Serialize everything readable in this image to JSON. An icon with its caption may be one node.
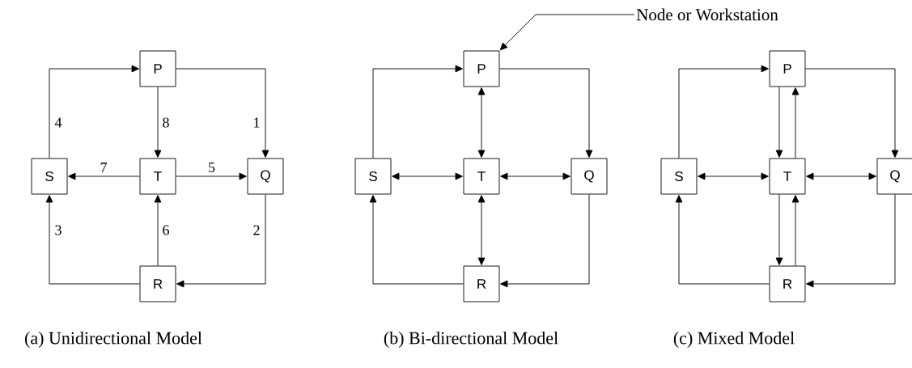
{
  "diagram": {
    "nodes": [
      {
        "text": [
          "P"
        ]
      },
      {
        "text": [
          "S"
        ]
      },
      {
        "text": [
          "T"
        ]
      },
      {
        "text": [
          "Q"
        ]
      },
      {
        "text": [
          "R"
        ]
      },
      {
        "text": [
          "P"
        ]
      },
      {
        "text": [
          "S"
        ]
      },
      {
        "text": [
          "T"
        ]
      },
      {
        "text": [
          "Q"
        ]
      },
      {
        "text": [
          "R"
        ]
      },
      {
        "text": [
          "P"
        ]
      },
      {
        "text": [
          "S"
        ]
      },
      {
        "text": [
          "T"
        ]
      },
      {
        "text": [
          "Q"
        ]
      },
      {
        "text": [
          "R"
        ]
      },
      {
        "text": [
          "Node or Workstation"
        ]
      }
    ],
    "edges": [
      {
        "from": 0,
        "to": 3,
        "arrow": "to",
        "label": "1"
      },
      {
        "from": 3,
        "to": 4,
        "arrow": "to",
        "label": "2"
      },
      {
        "from": 4,
        "to": 1,
        "arrow": "to",
        "label": "3"
      },
      {
        "from": 1,
        "to": 0,
        "arrow": "to",
        "label": "4"
      },
      {
        "from": 2,
        "to": 3,
        "arrow": "to",
        "label": "5"
      },
      {
        "from": 4,
        "to": 2,
        "arrow": "to",
        "label": "6"
      },
      {
        "from": 2,
        "to": 1,
        "arrow": "to",
        "label": "7"
      },
      {
        "from": 0,
        "to": 2,
        "arrow": "to",
        "label": "8"
      },
      {
        "from": 6,
        "to": 5,
        "arrow": "to"
      },
      {
        "from": 5,
        "to": 8,
        "arrow": "to"
      },
      {
        "from": 8,
        "to": 9,
        "arrow": "to"
      },
      {
        "from": 9,
        "to": 6,
        "arrow": "to"
      },
      {
        "from": 5,
        "to": 7,
        "arrow": "both"
      },
      {
        "from": 6,
        "to": 7,
        "arrow": "both"
      },
      {
        "from": 7,
        "to": 8,
        "arrow": "both"
      },
      {
        "from": 7,
        "to": 9,
        "arrow": "both"
      },
      {
        "from": 11,
        "to": 10,
        "arrow": "to"
      },
      {
        "from": 10,
        "to": 13,
        "arrow": "to"
      },
      {
        "from": 13,
        "to": 14,
        "arrow": "to"
      },
      {
        "from": 14,
        "to": 11,
        "arrow": "to"
      },
      {
        "from": 11,
        "to": 12,
        "arrow": "both"
      },
      {
        "from": 12,
        "to": 13,
        "arrow": "both"
      },
      {
        "from": 10,
        "to": 12,
        "arrow": "to"
      },
      {
        "from": 12,
        "to": 10,
        "arrow": "to"
      },
      {
        "from": 12,
        "to": 14,
        "arrow": "to"
      },
      {
        "from": 14,
        "to": 12,
        "arrow": "to"
      },
      {
        "from": 15,
        "to": 5,
        "arrow": "to"
      }
    ],
    "labels": [
      "(a) Unidirectional Model",
      "(b) Bi-directional Model",
      "(c) Mixed Model"
    ]
  }
}
